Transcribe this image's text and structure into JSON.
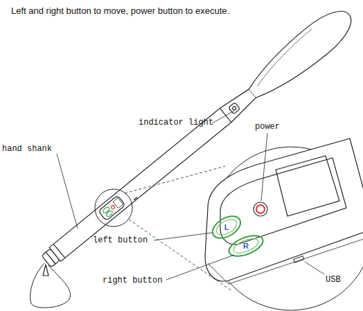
{
  "diagram": {
    "title": "Left and right button to move, power button to execute.",
    "labels": [
      "indicator light",
      "hand shank",
      "power",
      "left button",
      "right button",
      "USB",
      "L",
      "R"
    ]
  }
}
